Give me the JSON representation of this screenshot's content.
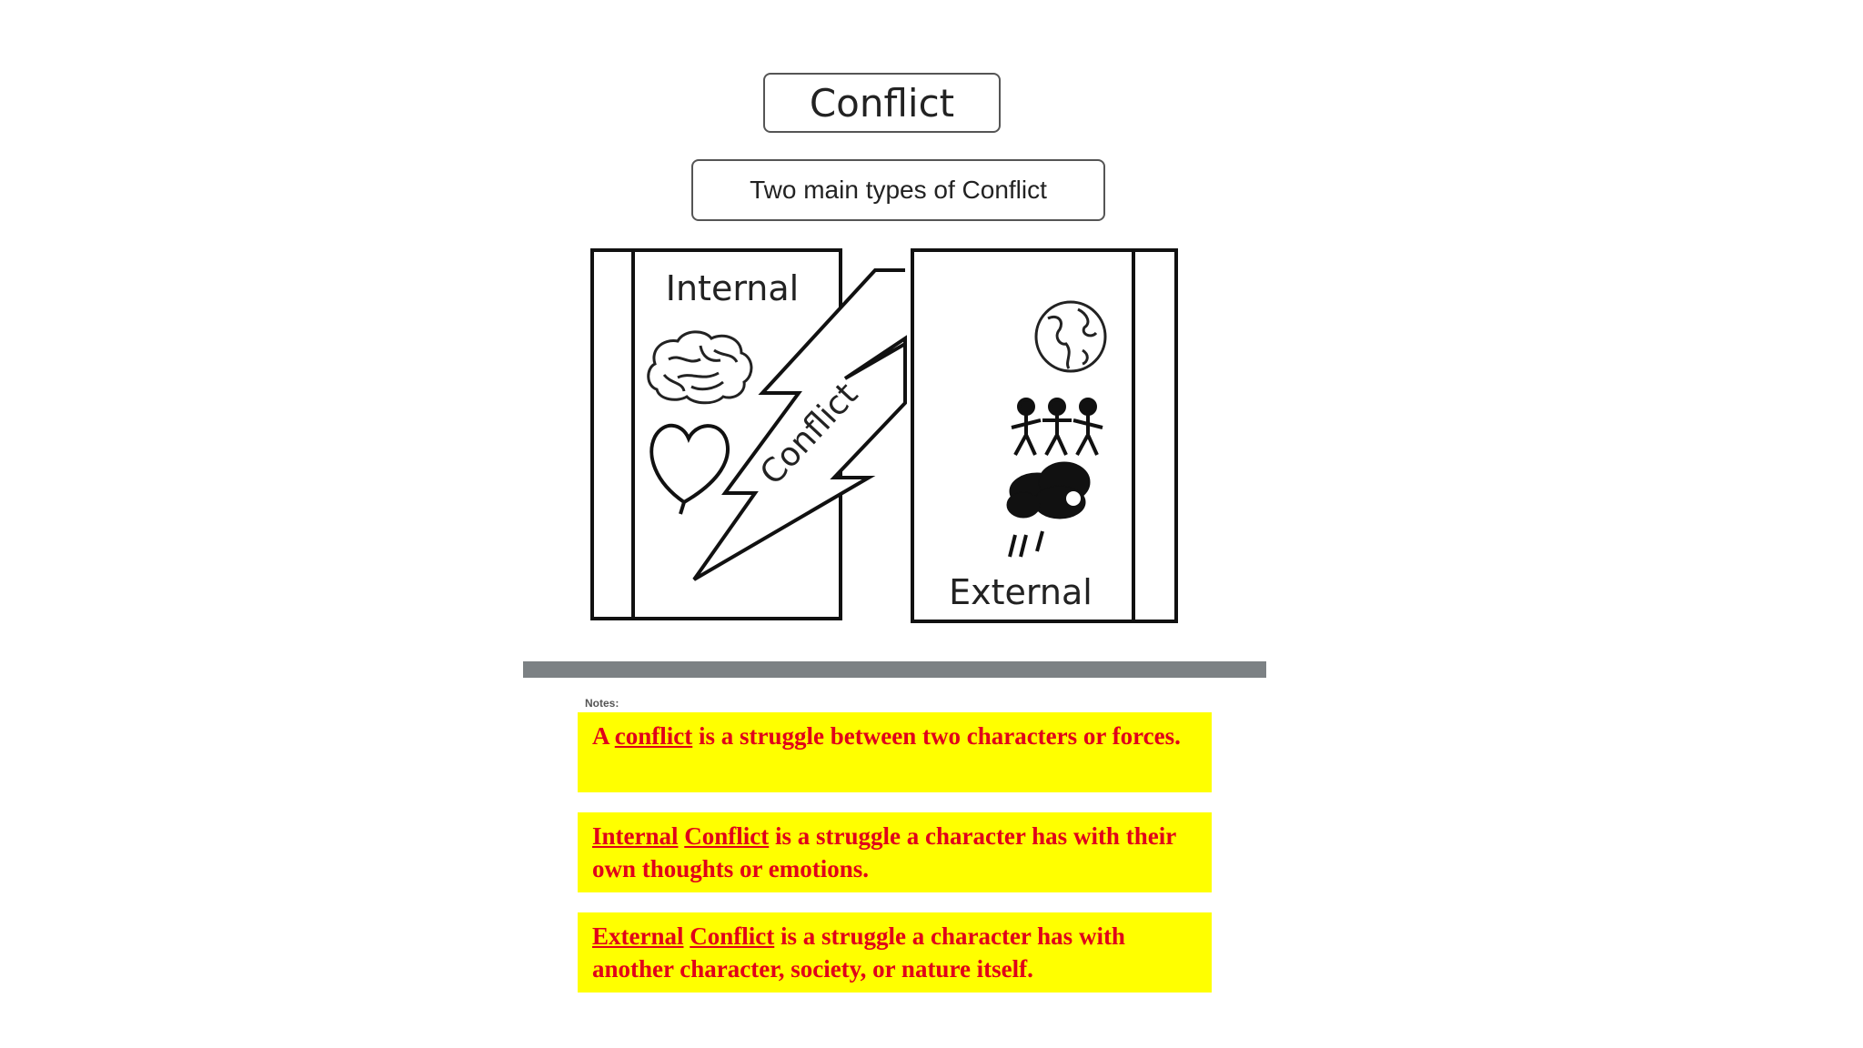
{
  "title": "Conflict",
  "subtitle": "Two main types of Conflict",
  "diagram": {
    "left_book_label": "Internal",
    "right_book_label": "External",
    "bolt_label": "Conflict",
    "left_icons": [
      "brain-icon",
      "heart-icon"
    ],
    "right_icons": [
      "globe-icon",
      "people-icon",
      "storm-cloud-icon"
    ]
  },
  "notes_label": "Notes:",
  "notes": [
    {
      "parts": [
        {
          "text": "A ",
          "underline": false
        },
        {
          "text": "conflict",
          "underline": true
        },
        {
          "text": " is a struggle between two characters or forces.",
          "underline": false
        }
      ]
    },
    {
      "parts": [
        {
          "text": "Internal",
          "underline": true
        },
        {
          "text": " ",
          "underline": false
        },
        {
          "text": "Conflict",
          "underline": true
        },
        {
          "text": " is a struggle a character has with their own thoughts or emotions.",
          "underline": false
        }
      ]
    },
    {
      "parts": [
        {
          "text": "External",
          "underline": true
        },
        {
          "text": " ",
          "underline": false
        },
        {
          "text": "Conflict",
          "underline": true
        },
        {
          "text": " is a struggle a character has with another character, society, or nature itself.",
          "underline": false
        }
      ]
    }
  ],
  "colors": {
    "highlight": "#ffff00",
    "note_text": "#e0001a",
    "divider": "#7c8184"
  }
}
